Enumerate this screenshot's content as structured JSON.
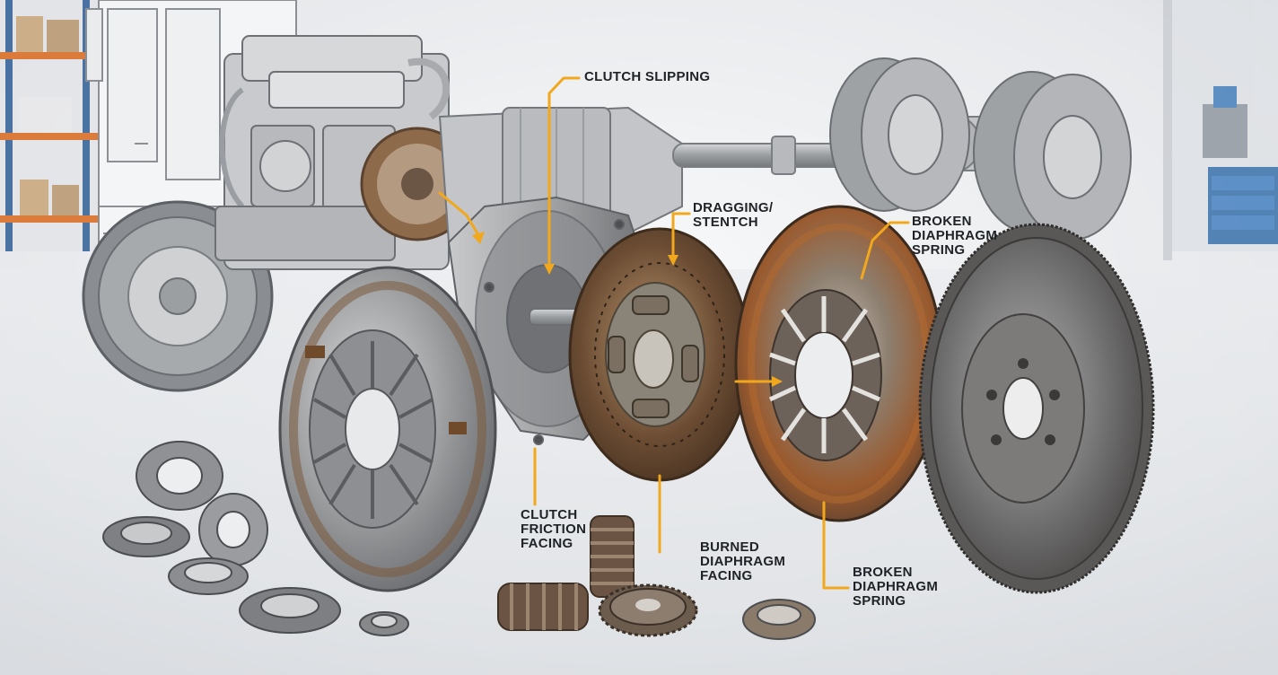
{
  "labels": {
    "clutch_slipping": {
      "lines": [
        "CLUTCH SLIPPING"
      ]
    },
    "dragging_stentch": {
      "lines": [
        "DRAGGING/",
        "STENTCH"
      ]
    },
    "broken_spring_top": {
      "lines": [
        "BROKEN",
        "DIAPHRAGM",
        "SPRING"
      ]
    },
    "clutch_friction": {
      "lines": [
        "CLUTCH",
        "FRICTION",
        "FACING"
      ]
    },
    "burned_facing": {
      "lines": [
        "BURNED",
        "DIAPHRAGM",
        "FACING"
      ]
    },
    "broken_spring_bottom": {
      "lines": [
        "BROKEN",
        "DIAPHRAGM",
        "SPRING"
      ]
    }
  },
  "colors": {
    "leader": "#f2a81d",
    "background": "#eceef1",
    "shelf_orange": "#d9691e",
    "rack_blue": "#2f5f96",
    "rust": "#8a4f22",
    "steel": "#9a9c9e"
  }
}
